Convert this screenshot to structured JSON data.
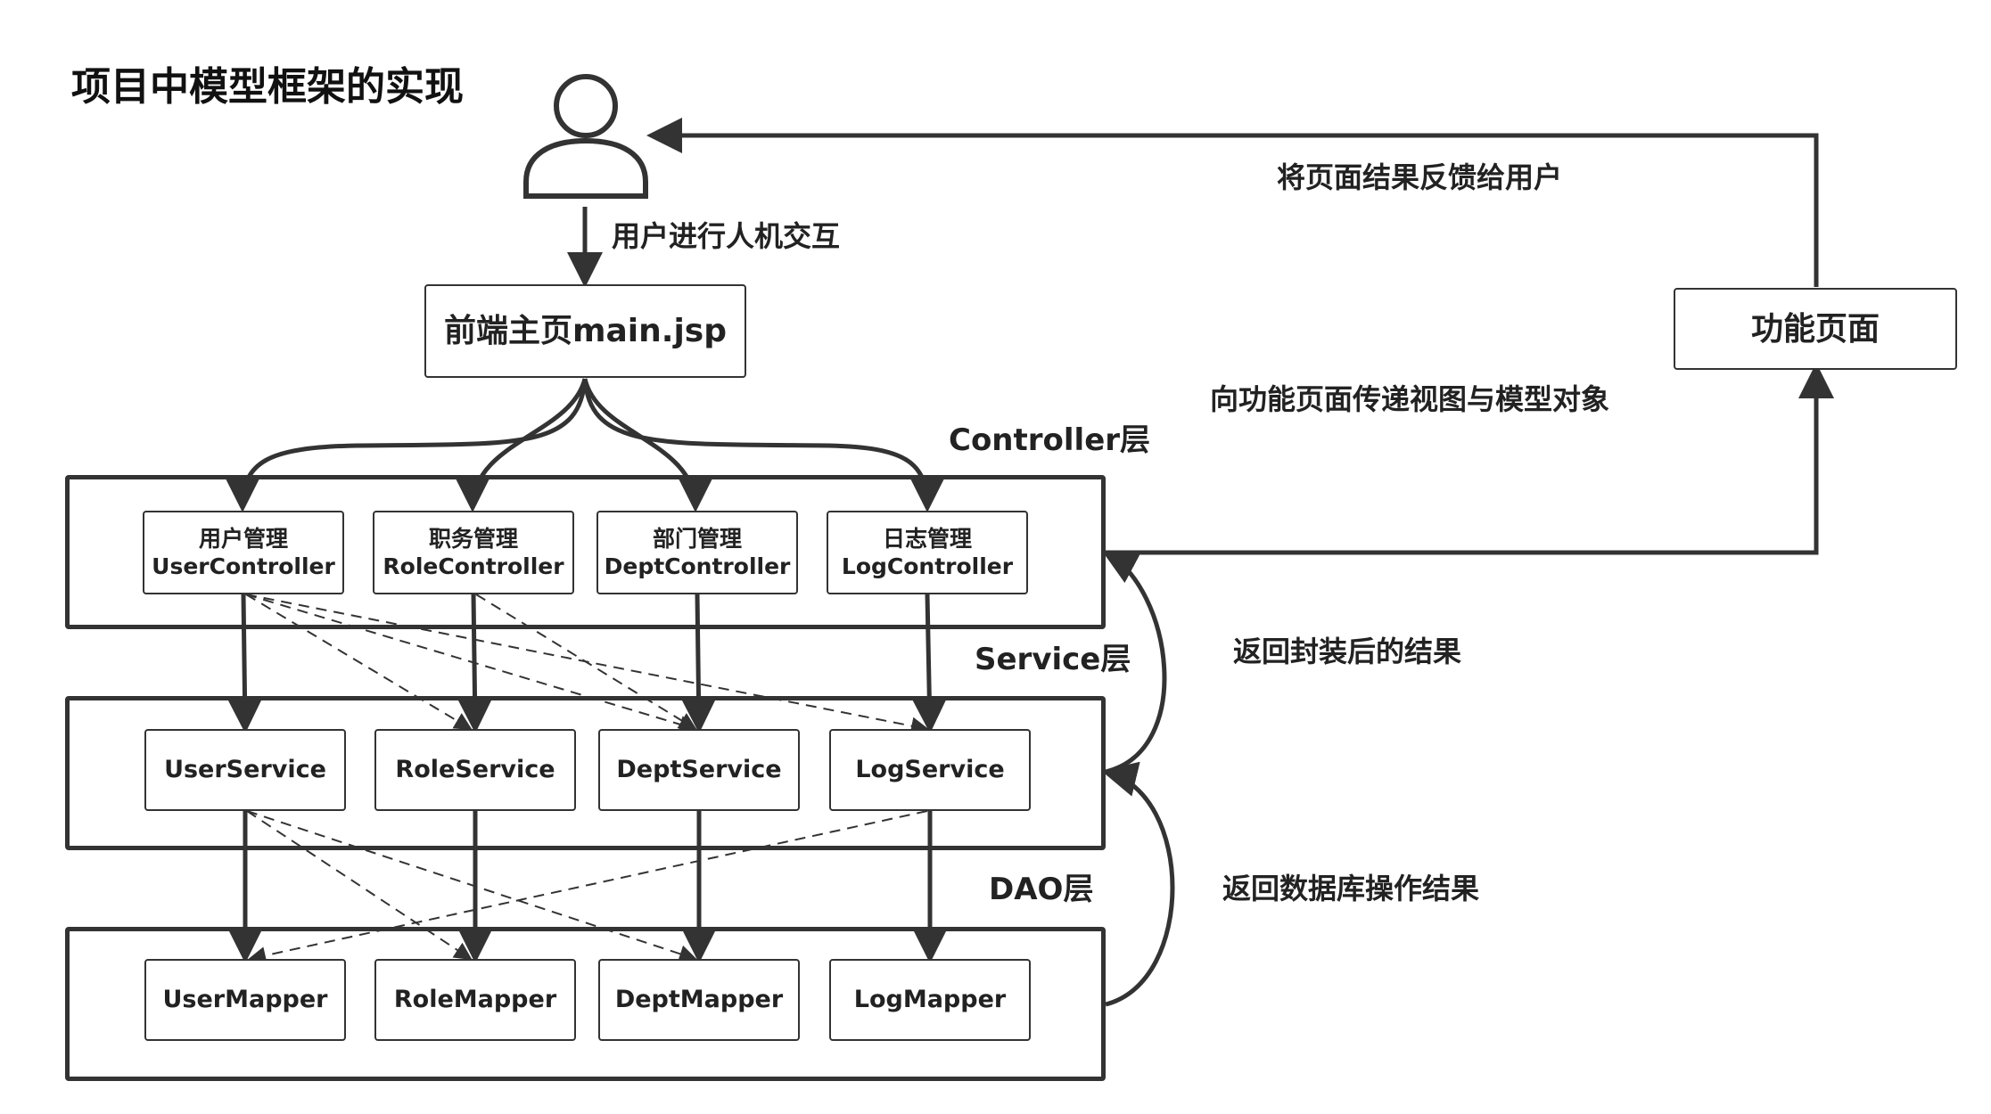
{
  "title": "项目中模型框架的实现",
  "user": {
    "icon": "user-icon"
  },
  "main_page": "前端主页main.jsp",
  "function_page": "功能页面",
  "layers": {
    "controller": {
      "label": "Controller层",
      "items": [
        {
          "name_zh": "用户管理",
          "name": "UserController"
        },
        {
          "name_zh": "职务管理",
          "name": "RoleController"
        },
        {
          "name_zh": "部门管理",
          "name": "DeptController"
        },
        {
          "name_zh": "日志管理",
          "name": "LogController"
        }
      ]
    },
    "service": {
      "label": "Service层",
      "items": [
        "UserService",
        "RoleService",
        "DeptService",
        "LogService"
      ]
    },
    "dao": {
      "label": "DAO层",
      "items": [
        "UserMapper",
        "RoleMapper",
        "DeptMapper",
        "LogMapper"
      ]
    }
  },
  "flows": {
    "user_to_main": "用户进行人机交互",
    "page_to_user": "将页面结果反馈给用户",
    "controller_to_page": "向功能页面传递视图与模型对象",
    "service_to_controller": "返回封装后的结果",
    "dao_to_service": "返回数据库操作结果"
  },
  "colors": {
    "line": "#333333",
    "text": "#222222",
    "background": "#ffffff"
  }
}
